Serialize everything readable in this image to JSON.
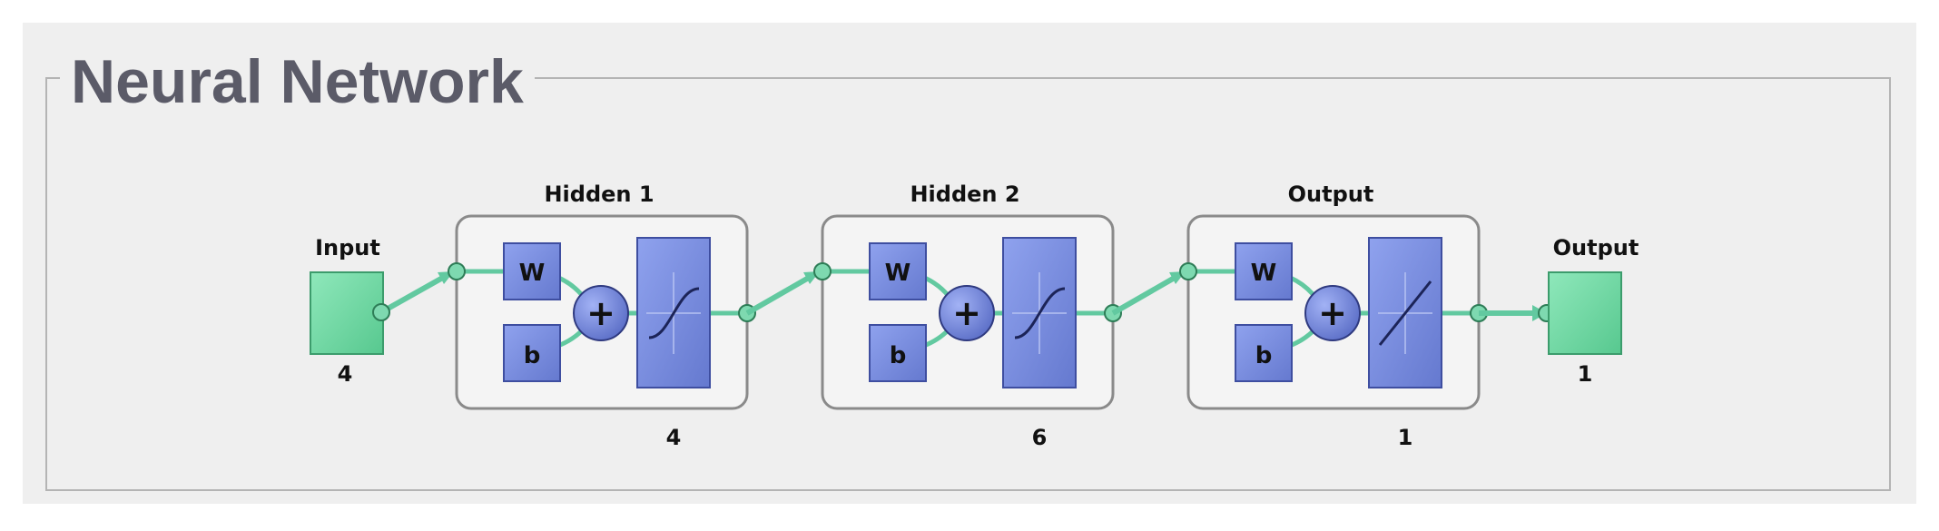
{
  "group_title": "Neural Network",
  "input": {
    "label": "Input",
    "size": "4"
  },
  "layers": [
    {
      "label": "Hidden 1",
      "size": "4",
      "transfer": "tansig"
    },
    {
      "label": "Hidden 2",
      "size": "6",
      "transfer": "tansig"
    },
    {
      "label": "Output",
      "size": "1",
      "transfer": "purelin"
    }
  ],
  "output": {
    "label": "Output",
    "size": "1"
  },
  "symbols": {
    "weight": "W",
    "bias": "b",
    "sum": "+"
  },
  "colors": {
    "io_block": "#6fd9a4",
    "block": "#7b8fdf",
    "connector": "#62c9a0",
    "frame": "#8a8a8a"
  }
}
